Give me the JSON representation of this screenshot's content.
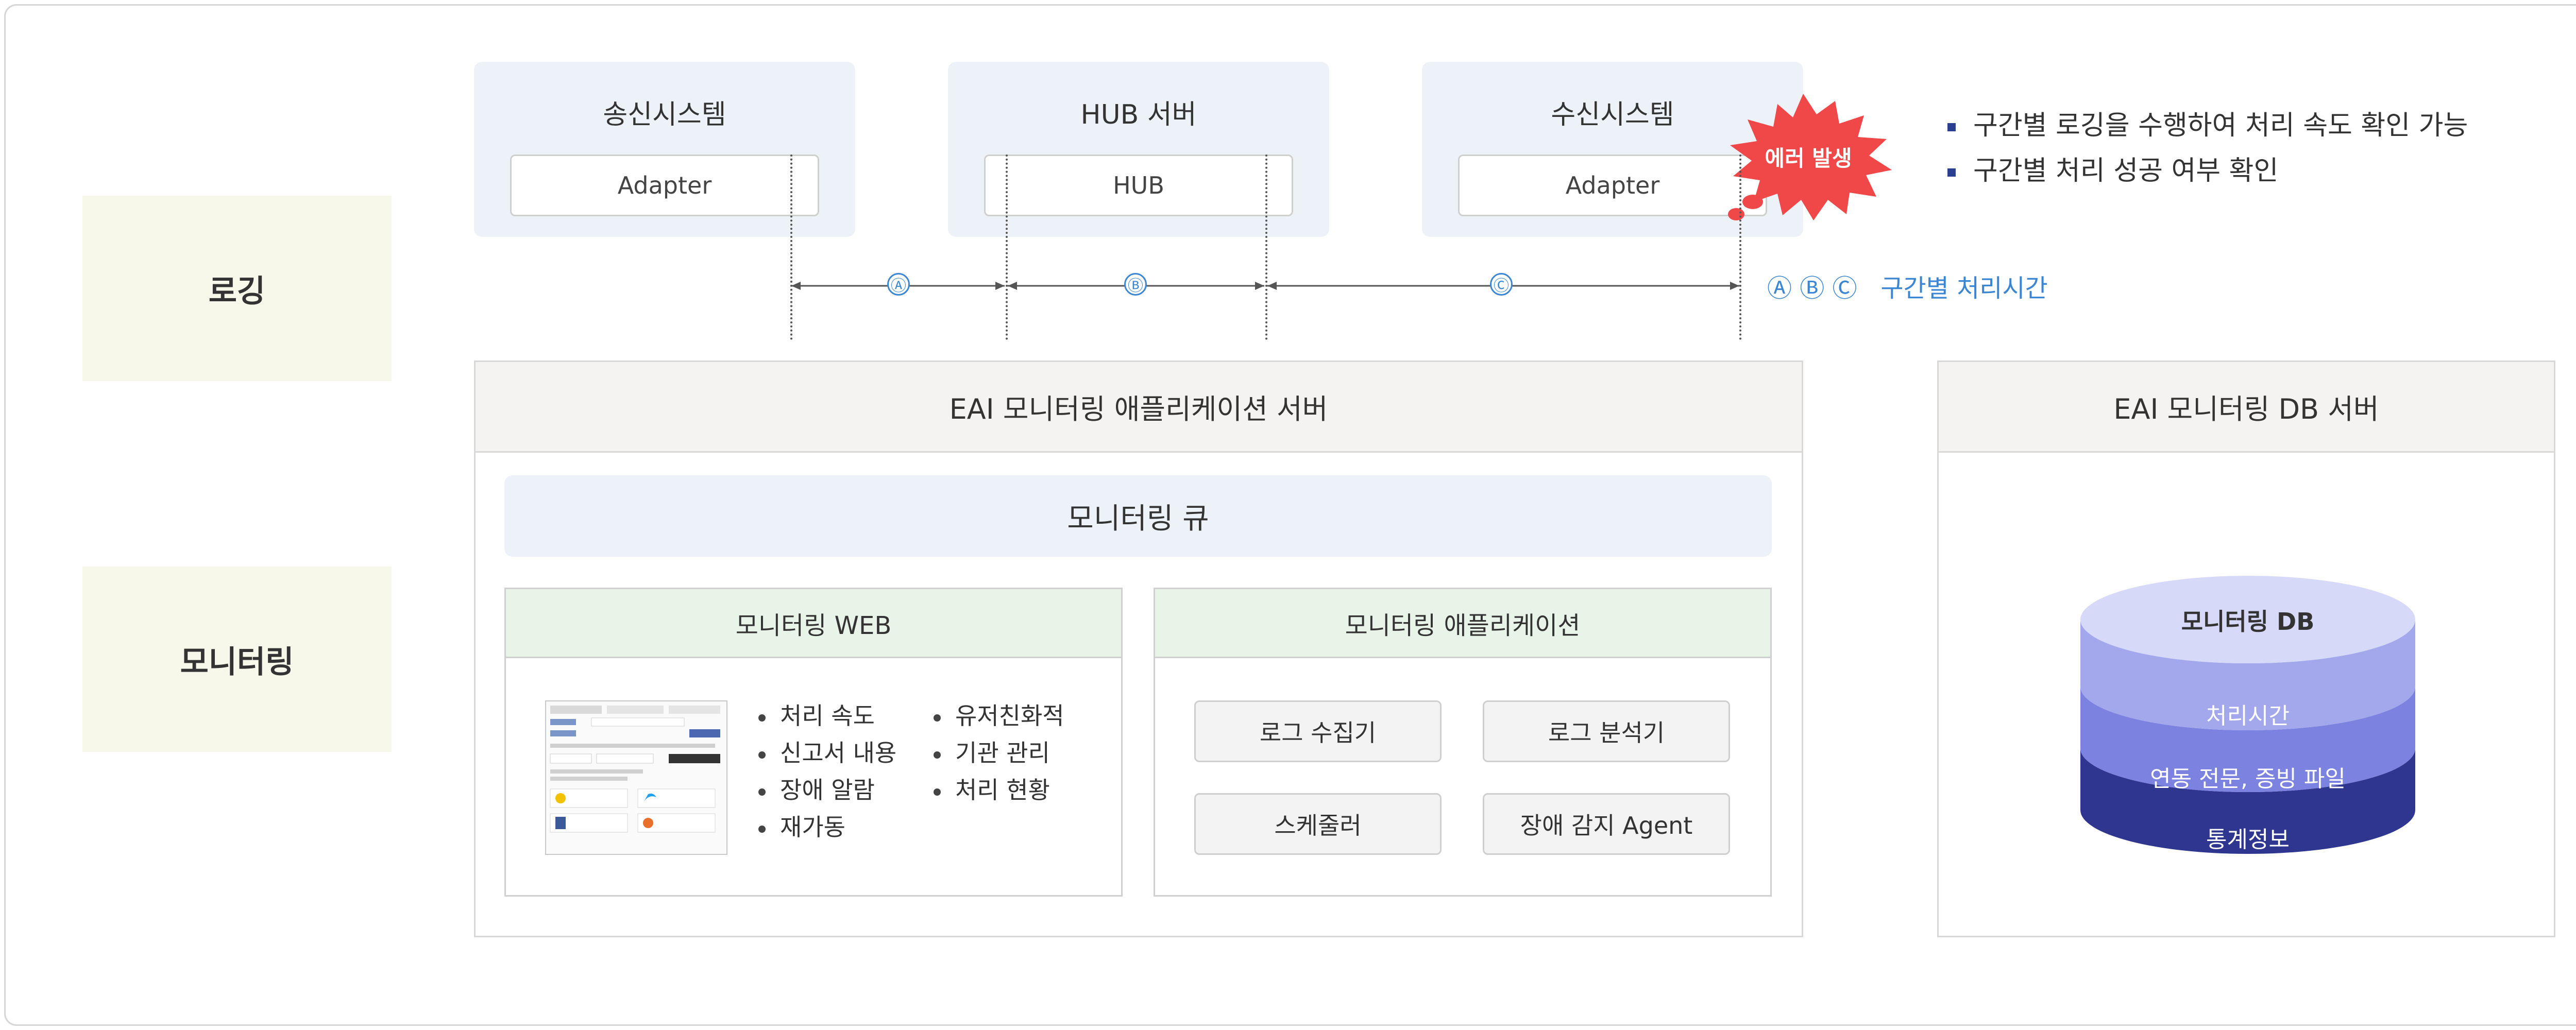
{
  "rows": {
    "logging": "로깅",
    "monitoring": "모니터링"
  },
  "systems": {
    "sender": {
      "title": "송신시스템",
      "component": "Adapter"
    },
    "hub": {
      "title": "HUB 서버",
      "component": "HUB"
    },
    "receiver": {
      "title": "수신시스템",
      "component": "Adapter"
    }
  },
  "error_badge": "에러 발생",
  "notes": [
    "구간별 로깅을 수행하여 처리 속도 확인 가능",
    "구간별 처리 성공 여부 확인"
  ],
  "segments": {
    "a": "Ⓐ",
    "b": "Ⓑ",
    "c": "Ⓒ"
  },
  "legend": {
    "symbols": "Ⓐ Ⓑ Ⓒ",
    "label": "구간별 처리시간"
  },
  "app_server": {
    "title": "EAI 모니터링 애플리케이션 서버",
    "queue": "모니터링 큐",
    "web": {
      "title": "모니터링 WEB",
      "features_col1": [
        "처리 속도",
        "신고서 내용",
        "장애 알람",
        "재가동"
      ],
      "features_col2": [
        "유저친화적",
        "기관 관리",
        "처리 현황"
      ]
    },
    "app": {
      "title": "모니터링 애플리케이션",
      "modules": [
        "로그 수집기",
        "로그 분석기",
        "스케줄러",
        "장애 감지 Agent"
      ]
    }
  },
  "db_server": {
    "title": "EAI 모니터링 DB 서버",
    "db_label": "모니터링 DB",
    "layers": [
      "처리시간",
      "연동 전문, 증빙 파일",
      "통계정보"
    ]
  },
  "colors": {
    "accent_blue": "#3a86d4",
    "error_red": "#f04848",
    "db_top": "#d6d9f7",
    "db_layer1": "#a3a8ec",
    "db_layer2": "#7b82e0",
    "db_layer3": "#2e3690"
  }
}
